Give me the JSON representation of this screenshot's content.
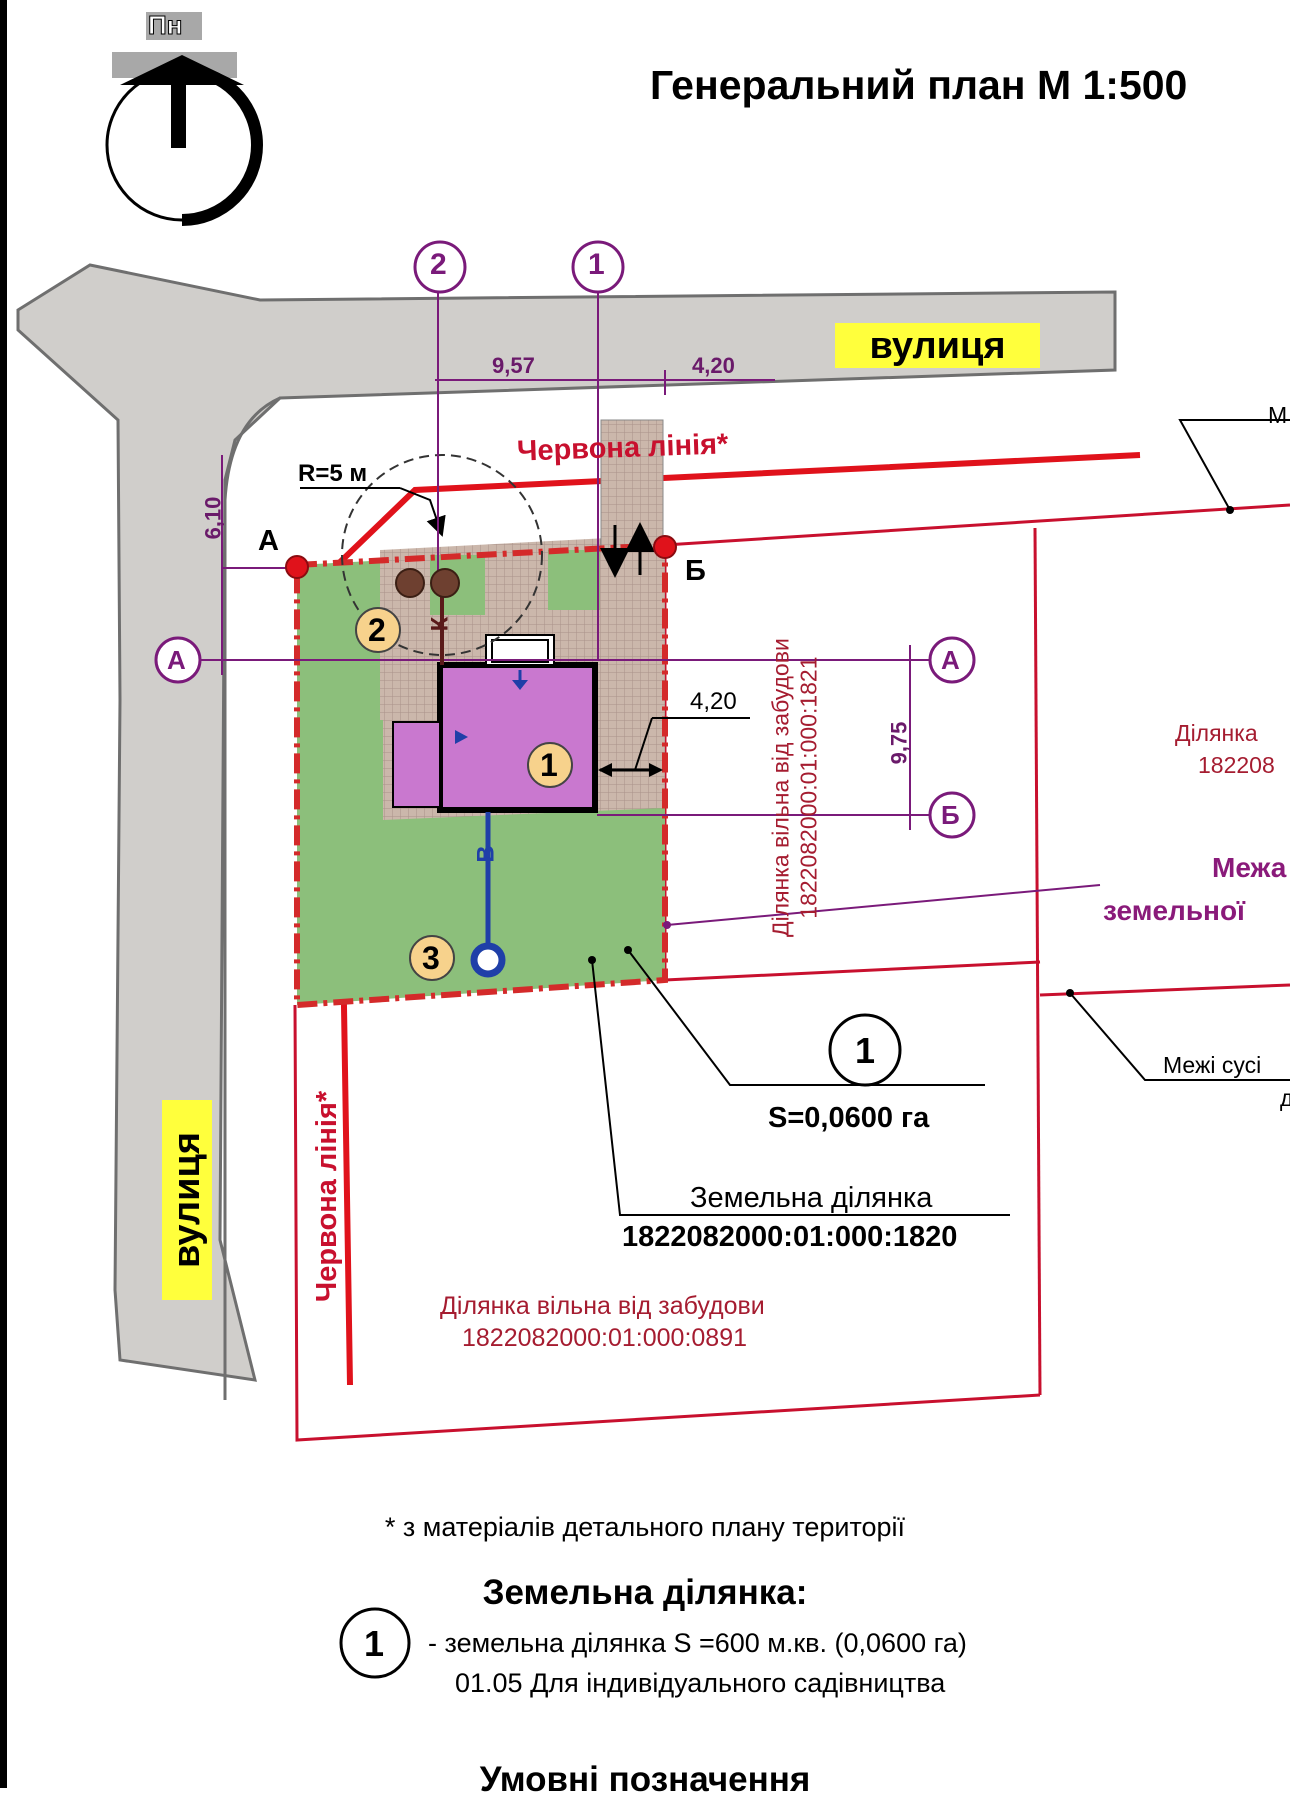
{
  "compass": {
    "label": "Пн"
  },
  "title": "Генеральний план М 1:500",
  "streets": {
    "top": "вулиця",
    "left": "вулиця"
  },
  "red_line": {
    "top": "Червона лінія*",
    "left": "Червона лінія*"
  },
  "axes": {
    "axis_1": "1",
    "axis_2": "2",
    "axis_a": "А",
    "axis_b": "Б"
  },
  "points": {
    "a": "А",
    "b": "Б"
  },
  "dimensions": {
    "d1": "9,57",
    "d2": "4,20",
    "d3": "6,10",
    "d4": "4,20",
    "d5": "9,75",
    "radius": "R=5 м"
  },
  "utilities": {
    "k": "К",
    "v": "В"
  },
  "markers": {
    "m1": "1",
    "m2": "2",
    "m3": "3"
  },
  "plot_right": {
    "line1": "Ділянка вільна від забудови",
    "line2": "1822082000:01:000:1821"
  },
  "plot_far_right": {
    "line1": "Ділянка",
    "line2": "182208"
  },
  "boundary_label": {
    "line1": "Межа",
    "line2": "земельної"
  },
  "neighbors_label": {
    "line1": "Межі сусі",
    "line2": "д"
  },
  "m_label": "М",
  "parcel": {
    "number": "1",
    "area": "S=0,0600 га",
    "caption": "Земельна ділянка",
    "cadastral": "1822082000:01:000:1820"
  },
  "plot_bottom": {
    "line1": "Ділянка вільна від забудови",
    "line2": "1822082000:01:000:0891"
  },
  "footnote": "* з матеріалів детального плану території",
  "land_heading": "Земельна ділянка:",
  "legend": {
    "number": "1",
    "line1": "- земельна ділянка S =600 м.кв. (0,0600 га)",
    "line2": "01.05 Для індивідуального садівництва"
  },
  "legend_heading": "Умовні позначення",
  "colors": {
    "road": "#cfcdca",
    "parcel_green": "#8cbf7b",
    "building": "#c978cf",
    "paving": "#c8b4a8",
    "red_line": "#e0121b",
    "boundary": "#c8102e",
    "marker_fill": "#f7d28c",
    "axis_purple": "#7a1a7a",
    "street_label_bg": "#ffff3c"
  }
}
